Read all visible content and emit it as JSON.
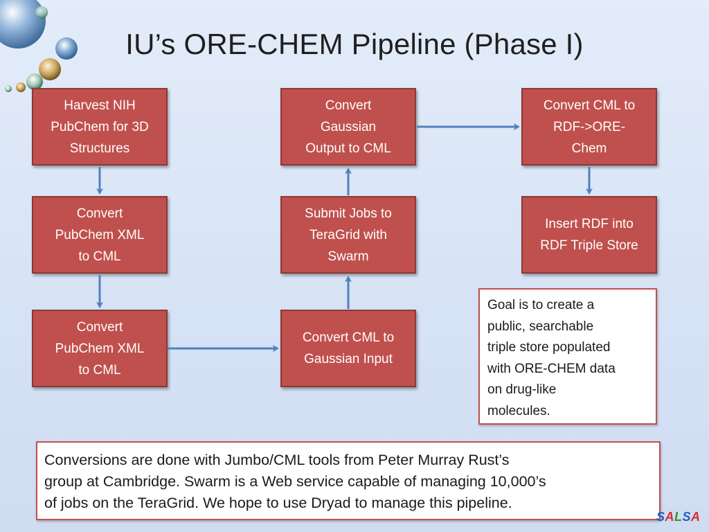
{
  "title": "IU’s ORE-CHEM Pipeline (Phase I)",
  "boxes": {
    "harvest": {
      "lines": [
        "Harvest NIH",
        "PubChem for 3D",
        "Structures"
      ]
    },
    "convert_xml_1": {
      "lines": [
        "Convert",
        "PubChem XML",
        "to CML"
      ]
    },
    "convert_xml_2": {
      "lines": [
        "Convert",
        "PubChem XML",
        "to CML"
      ]
    },
    "convert_cml_gaussian": {
      "lines": [
        "Convert CML to",
        "Gaussian Input"
      ]
    },
    "submit_jobs": {
      "lines": [
        "Submit Jobs to",
        "TeraGrid with",
        "Swarm"
      ]
    },
    "convert_gaussian_output": {
      "lines": [
        "Convert",
        "Gaussian",
        "Output to CML"
      ]
    },
    "convert_cml_rdf": {
      "lines": [
        "Convert CML to",
        "RDF->ORE-",
        "Chem"
      ]
    },
    "insert_rdf": {
      "lines": [
        "Insert RDF into",
        "RDF Triple Store"
      ]
    }
  },
  "goal_note": {
    "lines": [
      "Goal is to create a",
      "public, searchable",
      "triple store populated",
      "with ORE-CHEM data",
      "on drug-like",
      "molecules."
    ]
  },
  "footer_note": {
    "lines": [
      "Conversions are done with Jumbo/CML tools from Peter Murray Rust’s",
      "group at Cambridge.  Swarm is a Web service capable of managing 10,000’s",
      "of jobs on the TeraGrid.  We hope to use Dryad to manage this pipeline."
    ]
  },
  "brand": {
    "s1": "S",
    "a1": "A",
    "l1": "L",
    "s2": "S",
    "a2": "A"
  },
  "colors": {
    "box_fill": "#c0504d",
    "box_border": "#8c3836",
    "arrow": "#4f81bd",
    "background": "#dbe5f6"
  }
}
